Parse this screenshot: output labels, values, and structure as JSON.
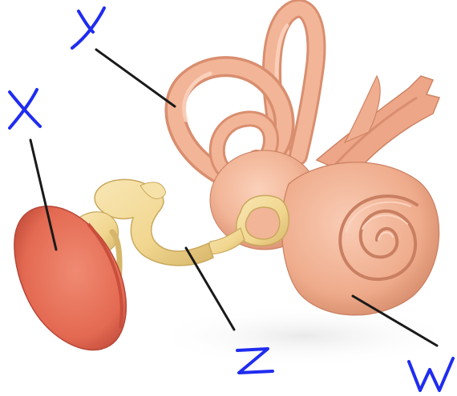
{
  "labels": {
    "x": "X",
    "y": "Y",
    "z": "Z",
    "w": "W"
  },
  "colors": {
    "label_ink": "#1f2cf0",
    "leader_line": "#1a1a1a",
    "inner_ear": "#f2b597",
    "inner_ear_shadow": "#d98e6f",
    "ossicles": "#f3dc9c",
    "ossicles_shadow": "#d9bd72",
    "eardrum": "#e9705a",
    "eardrum_edge": "#c94f3d"
  }
}
